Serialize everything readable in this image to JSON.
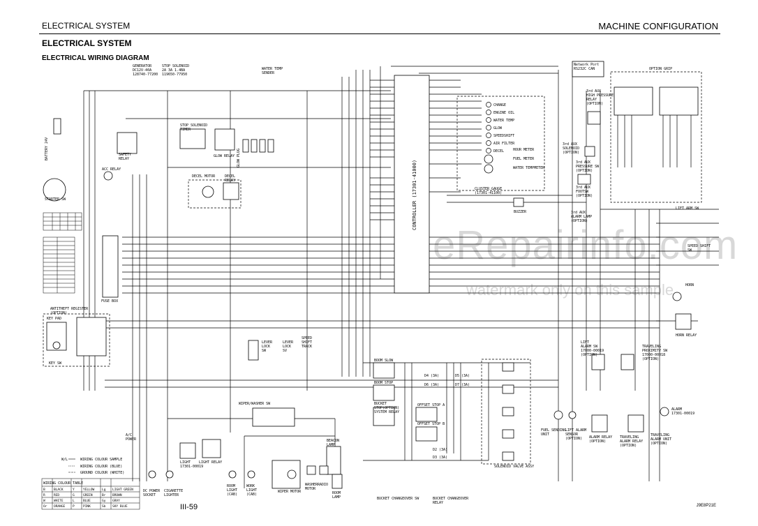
{
  "header": {
    "left": "ELECTRICAL SYSTEM",
    "right": "MACHINE CONFIGURATION"
  },
  "section_title": "ELECTRICAL SYSTEM",
  "diagram_title": "ELECTRICAL WIRING DIAGRAM",
  "page_number": "III-59",
  "doc_code": "J9E8P21E",
  "watermark": {
    "main": "eRepairinfo.com",
    "sub": "watermark only on this sample"
  },
  "labels": {
    "battery": "BATTERY 24V",
    "acc_relay": "ACC RELAY",
    "starter_sw": "STARTER SW",
    "generator": "GENERATOR\nDC12V-40A\n128740-77200",
    "stop_solenoid": "STOP SOLENOID\n2A 3A 1.4BA\n119650-77950",
    "safety_relay": "SAFETY\nRELAY",
    "stop_sol_timer": "STOP SOLENOID\nTIMER",
    "glow_relay": "GLOW RELAY",
    "glow_plug": "GLOW PLUG",
    "fuse_box": "FUSE BOX",
    "decel_motor": "DECEL MOTOR",
    "decel_relay": "DECEL\nRELAY",
    "water_temp": "WATER TEMP\nSENDER",
    "network_port": "Network Port\nRS232C CAN",
    "option_grip": "OPTION GRIP",
    "aux_hp_relay": "3rd AUX\nHIGH PRESSURE\nRELAY\n(OPTION)",
    "aux_solenoid": "3rd AUX\nSOLENOID\n(OPTION)",
    "aux_pressure_sw": "3rd AUX\nPRESSURE SW\n(OPTION)",
    "aux_footsw": "3rd AUX\nFOOTSW\n(OPTION)",
    "aux_alarm_lamp": "3rd AUX\nALARM LAMP\n(OPTION)",
    "controller": "CONTROLLER (17301-41000)",
    "cluster_gauge": "CLUSTER GAUGE\n(17301-41100)",
    "buzzer": "BUZZER",
    "water_temp_meter": "WATER TEMPMETER",
    "fuel_meter": "FUEL METER",
    "hour_meter": "HOUR METER",
    "lamp_change": "CHANGE",
    "lamp_engine_oil": "ENGINE OIL",
    "lamp_water_temp": "WATER TEMP",
    "lamp_glow": "GLOW",
    "lamp_speedshift": "SPEEDSHIFT",
    "lamp_air_filter": "AIR FILTER",
    "lamp_decel": "DECEL",
    "antitheft": "ANTITHEFT REGISTER\n(OPTION)",
    "key_pad": "KEY PAD",
    "key_sw": "KEY SW",
    "lever_lock_sw": "LEVER\nLOCK\nSW",
    "lever_lock": "LEVER\nLOCK\nSV",
    "speed_shift_track": "SPEED\nSHIFT\nTRACK",
    "ac_power": "A/C\nPOWER",
    "boom_slow": "BOOM SLOW",
    "boom_stop": "BOOM STOP",
    "bucket_stop": "BUCKET\nSTOP(OPTION)\nSYSTEM RELAY",
    "offset_stop_a": "OFFSET STOP A",
    "offset_stop_b": "OFFSET STOP B",
    "solenoid_valve": "SOLENOID VALVE ASSY",
    "fuel_sending": "FUEL SENDING\nUNIT",
    "lift_alarm_sensor": "LIFT ALARM\nSENSOR\n(OPTION)",
    "lift_alarm_sw": "LIFT\nALARM SW\n17000-00019\n(OPTION)",
    "alarm_relay": "ALARM RELAY\n(OPTION)",
    "travel_prox": "TRAVELING\nPROXIMITY SW\n17000-00018\n(OPTION)",
    "travel_alarm_unit": "TRAVELING\nALARM UNIT\n(OPTION)",
    "travel_alarm_relay": "TRAVELING\nALARM RELAY\n(OPTION)",
    "alarm": "ALARM\n17301-00019",
    "horn": "HORN",
    "horn_relay": "HORN RELAY",
    "speed_shift_sw": "SPEED SHIFT\nSW",
    "lift_arm_sw": "LIFT ARM SW",
    "wiper_motor": "WIPER MOTOR",
    "washer_motor": "WASHER\nMOTOR",
    "radio": "RADIO",
    "room_lamp": "ROOM\nLAMP",
    "beacon_lamp": "BEACON\nLAMP",
    "light": "LIGHT\n17301-00019",
    "light_relay": "LIGHT RELAY",
    "room_light": "ROOM\nLIGHT\n(CAB)",
    "work_light": "WORK\nLIGHT\n(CAB)",
    "dc_power": "DC POWER\nSOCKET",
    "cigarette": "CIGARETTE\nLIGHTER",
    "bucket_changeover": "BUCKET CHANGEOVER SW",
    "bucket_changeover_relay": "BUCKET CHANGEOVER\nRELAY",
    "wiper_washer_sw": "WIPER/WASHER SW",
    "diode_d4": "D4 (3A)",
    "diode_d5": "D5 (3A)",
    "diode_d6": "D6 (3A)",
    "diode_d7": "D7 (3A)",
    "diode_d2": "D2 (3A)",
    "diode_d3": "D3 (3A)"
  },
  "legend": {
    "wire_sample": "W/L",
    "line1": "WIRING COLOUR SAMPLE",
    "line2": "WIRING COLOUR (BLUE)",
    "line3": "GROUND COLOUR (WHITE)"
  },
  "colour_table": {
    "title": "WIRING COLOUR TABLE",
    "rows": [
      [
        "B",
        "BLACK",
        "Y",
        "YELLOW",
        "Lg",
        "LIGHT GREEN"
      ],
      [
        "R",
        "RED",
        "G",
        "GREEN",
        "Br",
        "BROWN"
      ],
      [
        "W",
        "WHITE",
        "L",
        "BLUE",
        "Gy",
        "GRAY"
      ],
      [
        "Or",
        "ORANGE",
        "P",
        "PINK",
        "Sb",
        "SKY BLUE"
      ]
    ]
  }
}
